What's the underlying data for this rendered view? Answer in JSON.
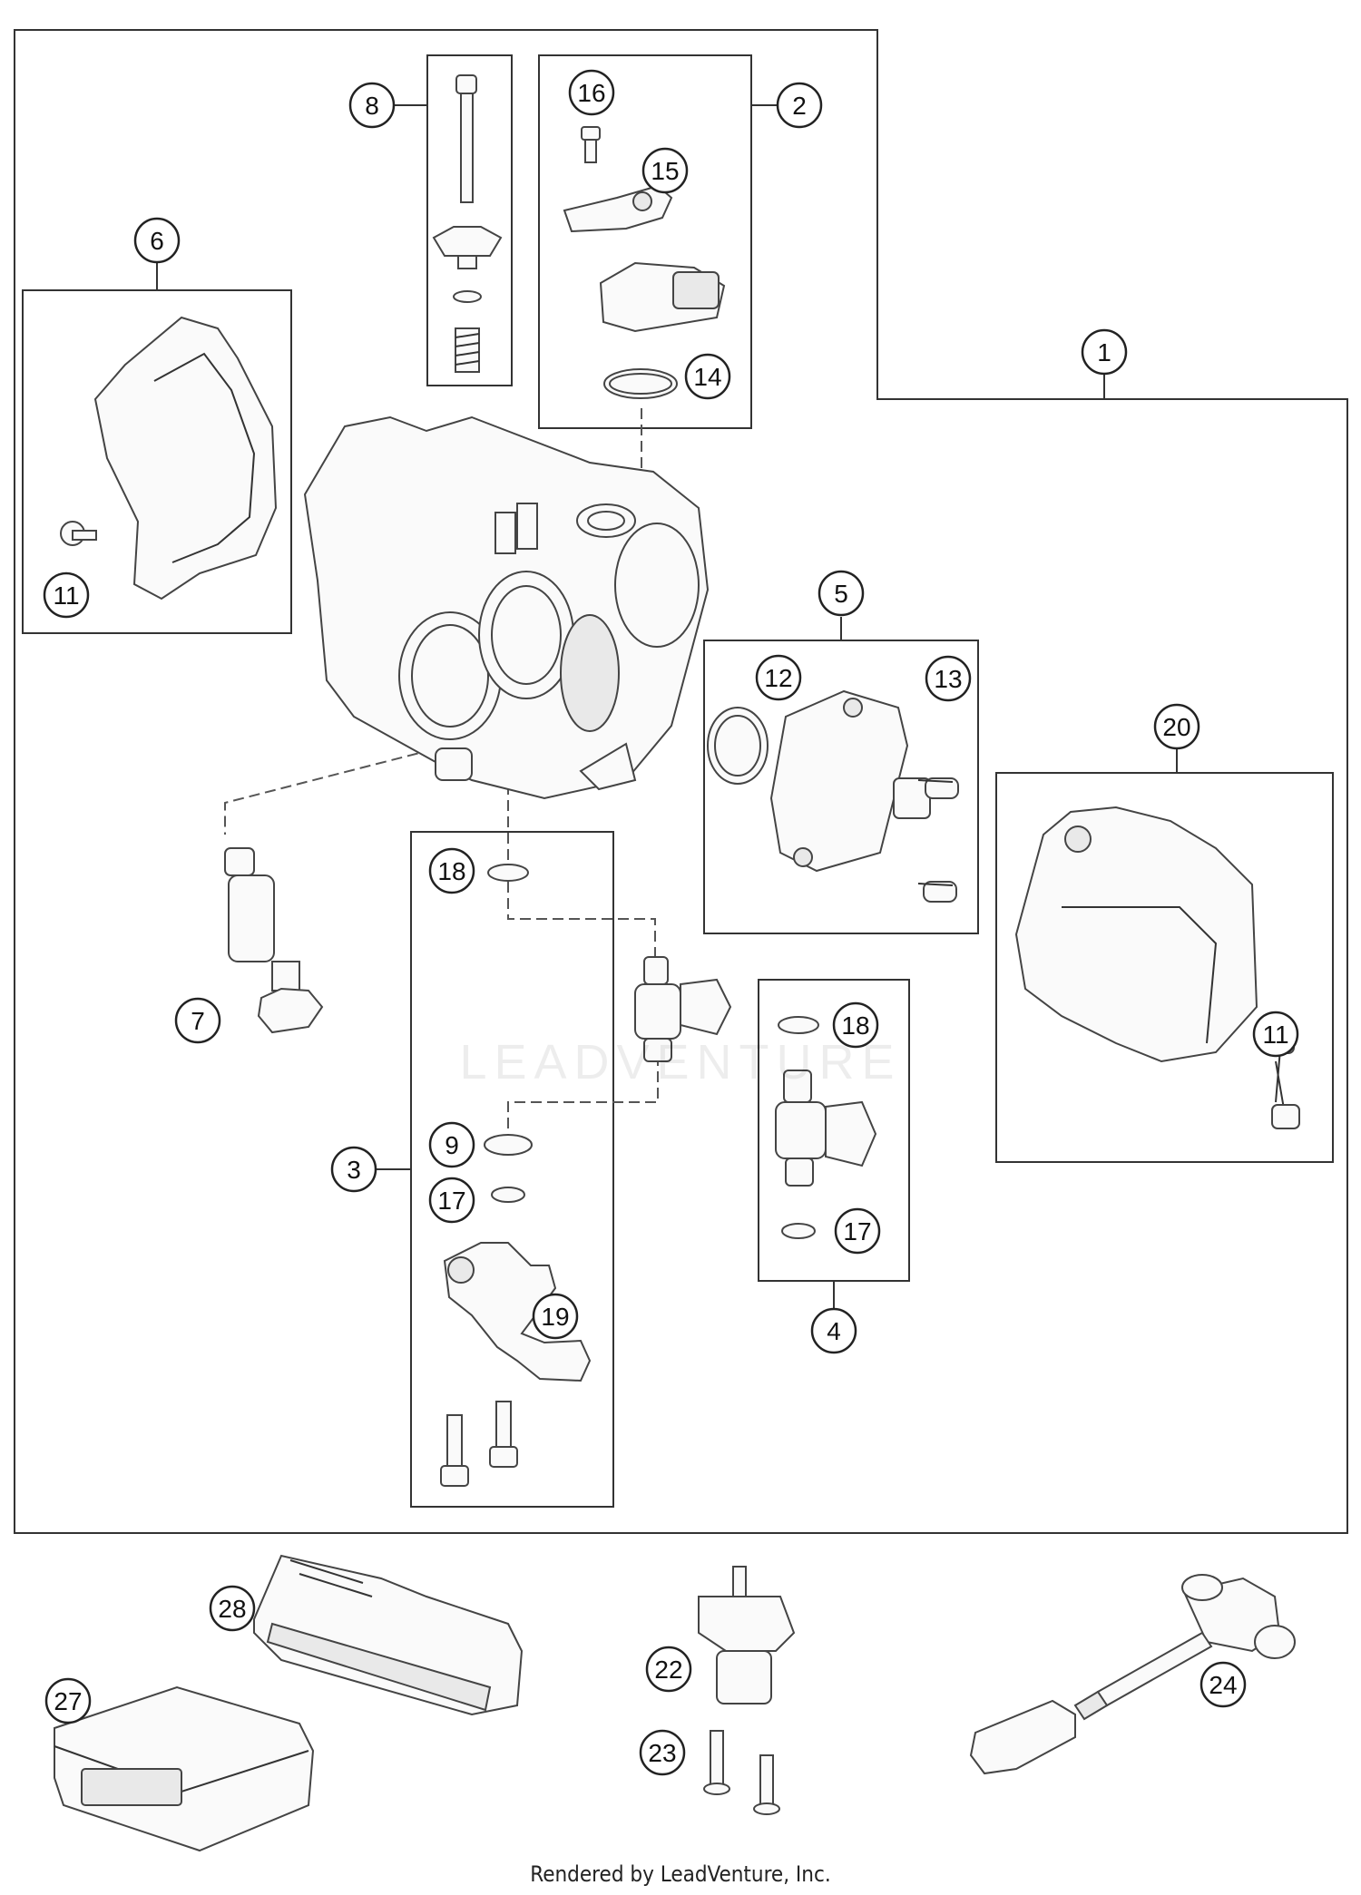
{
  "callouts": [
    {
      "id": "c1",
      "label": "1"
    },
    {
      "id": "c2",
      "label": "2"
    },
    {
      "id": "c3",
      "label": "3"
    },
    {
      "id": "c4",
      "label": "4"
    },
    {
      "id": "c5",
      "label": "5"
    },
    {
      "id": "c6",
      "label": "6"
    },
    {
      "id": "c7",
      "label": "7"
    },
    {
      "id": "c8",
      "label": "8"
    },
    {
      "id": "c9",
      "label": "9"
    },
    {
      "id": "c11a",
      "label": "11"
    },
    {
      "id": "c11b",
      "label": "11"
    },
    {
      "id": "c12",
      "label": "12"
    },
    {
      "id": "c13",
      "label": "13"
    },
    {
      "id": "c14",
      "label": "14"
    },
    {
      "id": "c15",
      "label": "15"
    },
    {
      "id": "c16",
      "label": "16"
    },
    {
      "id": "c17a",
      "label": "17"
    },
    {
      "id": "c17b",
      "label": "17"
    },
    {
      "id": "c18a",
      "label": "18"
    },
    {
      "id": "c18b",
      "label": "18"
    },
    {
      "id": "c19",
      "label": "19"
    },
    {
      "id": "c20",
      "label": "20"
    },
    {
      "id": "c22",
      "label": "22"
    },
    {
      "id": "c23",
      "label": "23"
    },
    {
      "id": "c24",
      "label": "24"
    },
    {
      "id": "c27",
      "label": "27"
    },
    {
      "id": "c28",
      "label": "28"
    }
  ],
  "watermark": "LEADVENTURE",
  "footer": "Rendered by LeadVenture, Inc."
}
